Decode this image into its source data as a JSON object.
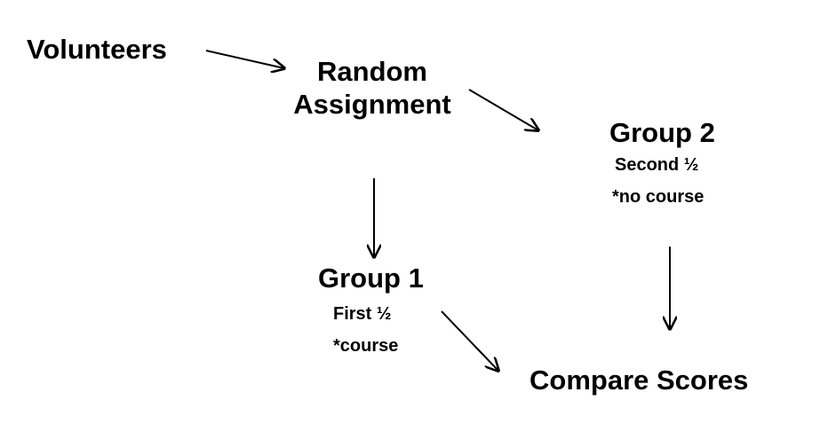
{
  "nodes": {
    "volunteers": "Volunteers",
    "random_line1": "Random",
    "random_line2": "Assignment",
    "group2_title": "Group 2",
    "group2_sub1": "Second ½",
    "group2_sub2": "*no course",
    "group1_title": "Group 1",
    "group1_sub1": "First ½",
    "group1_sub2": "*course",
    "compare": "Compare Scores"
  },
  "colors": {
    "text": "#000000",
    "arrow": "#000000",
    "background": "#ffffff"
  }
}
